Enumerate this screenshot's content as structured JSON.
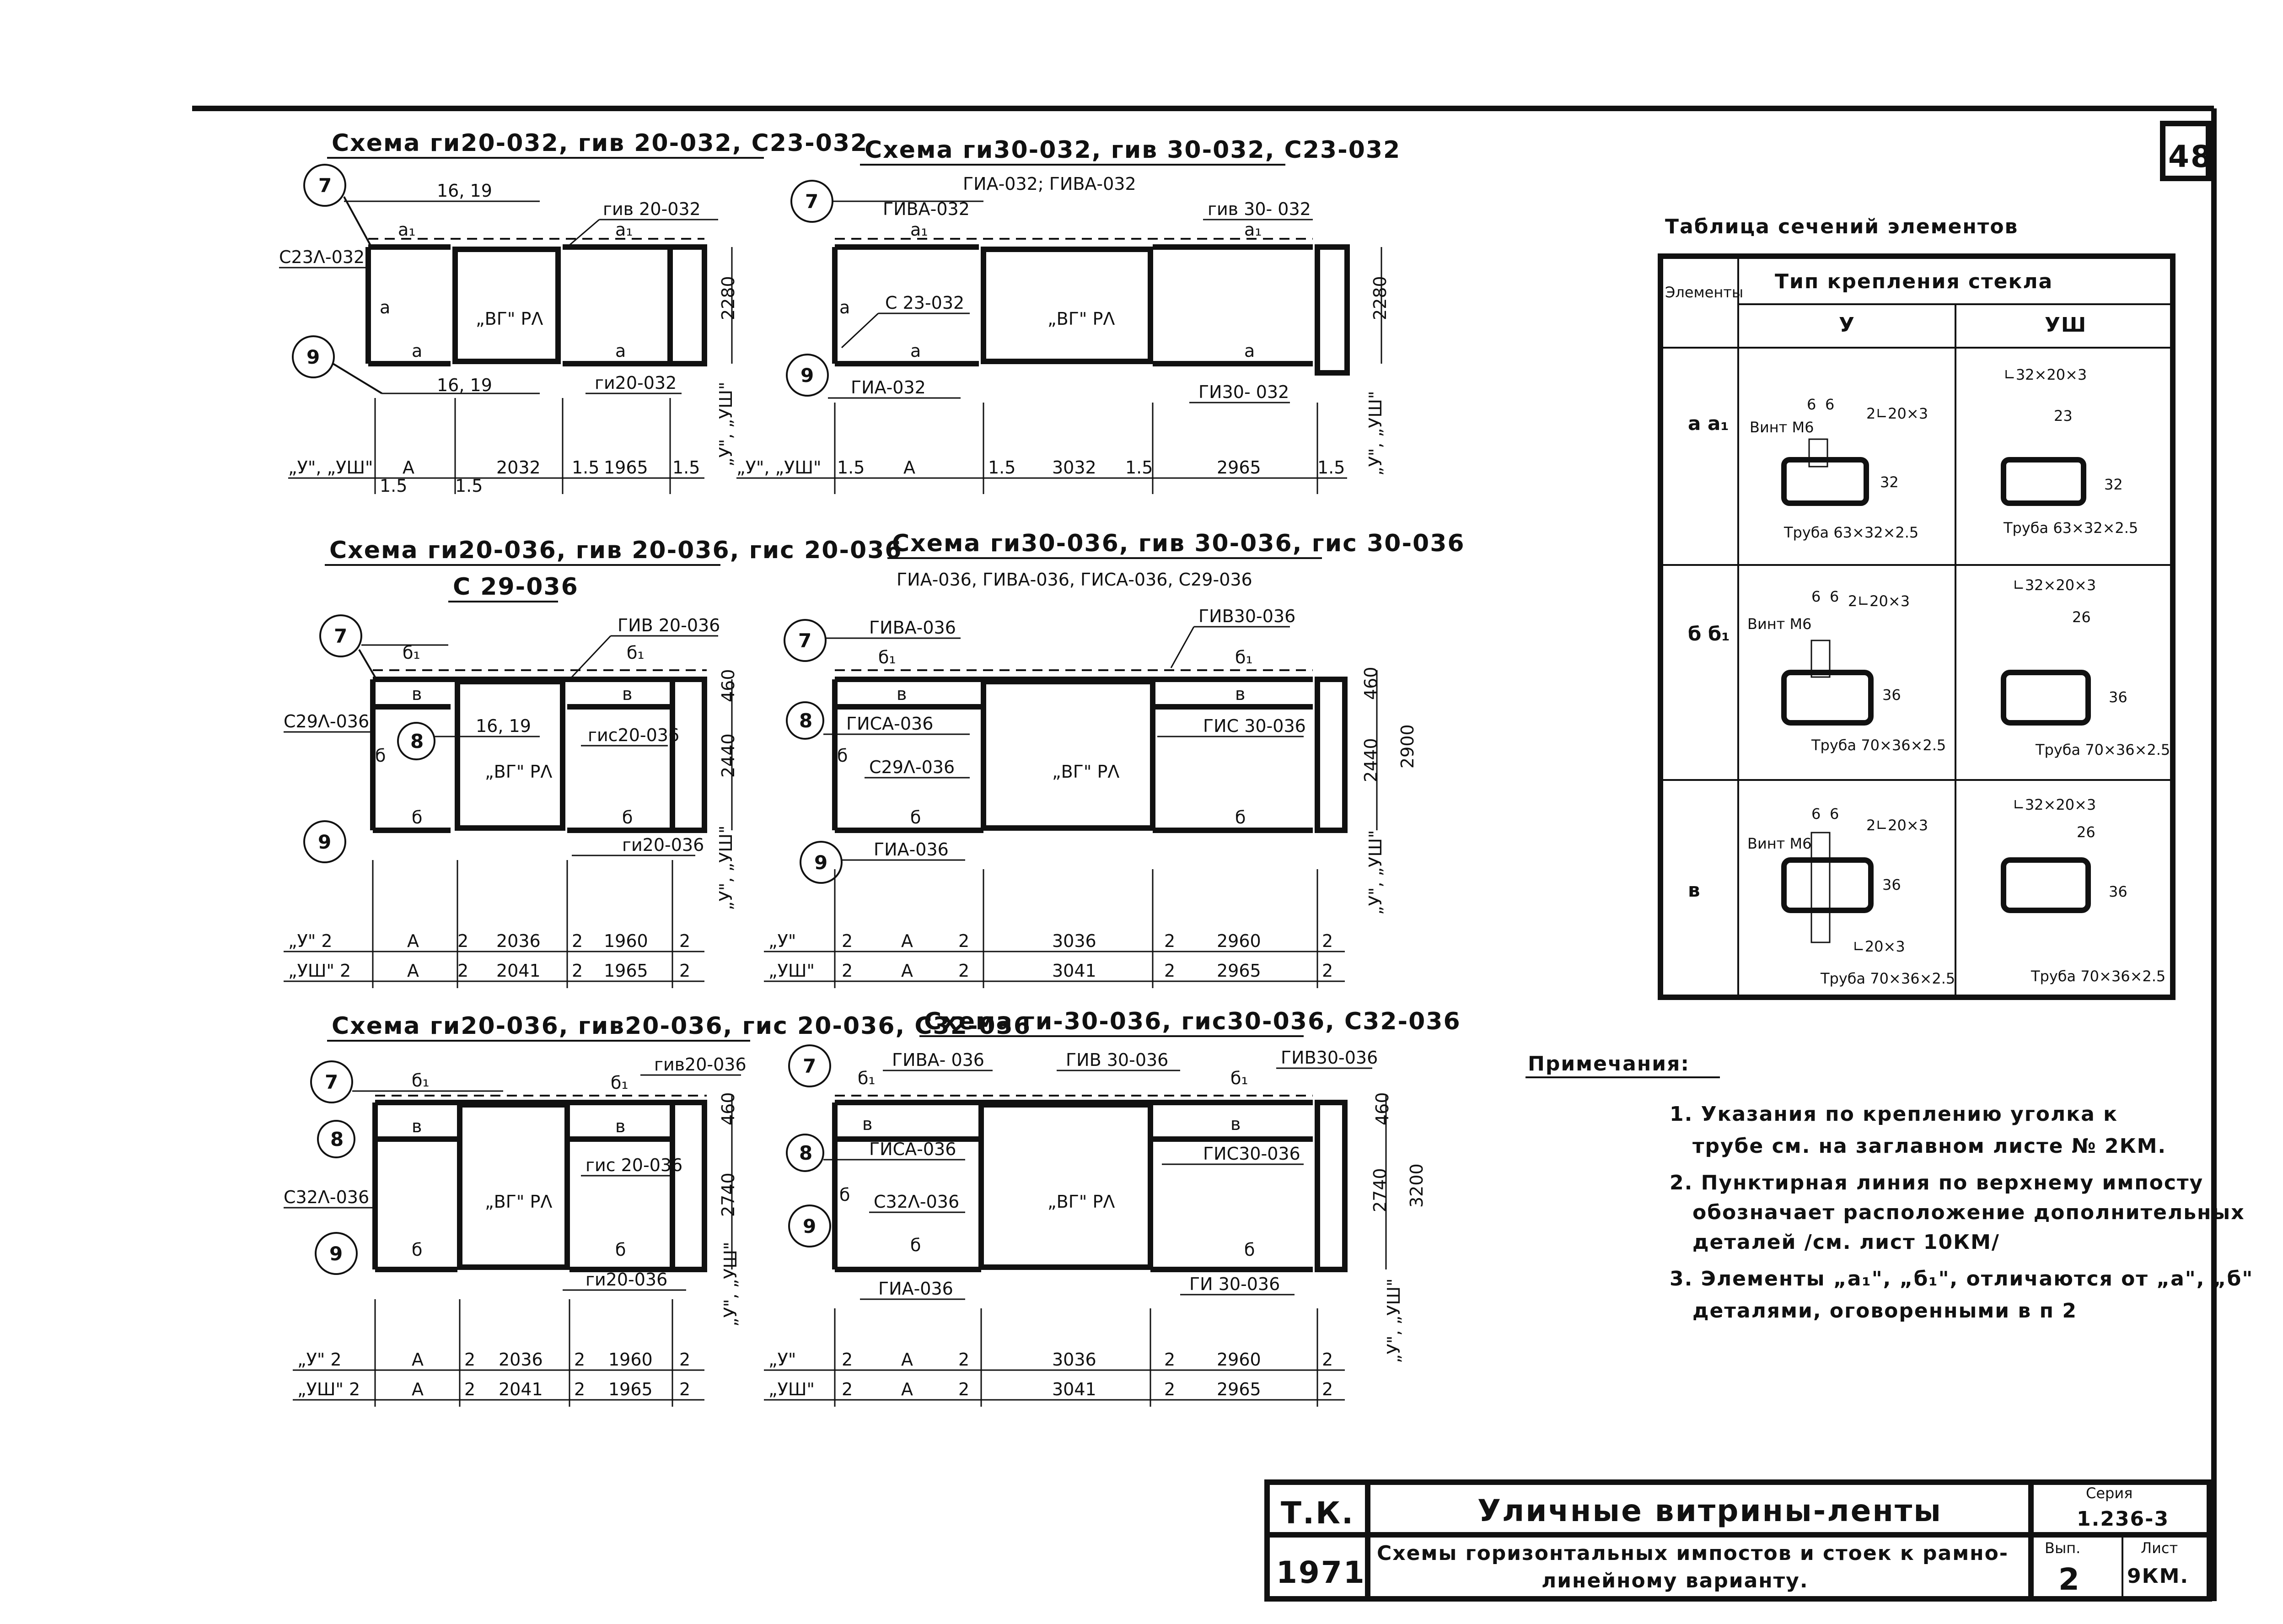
{
  "sheet_number": "48",
  "schemes": [
    {
      "title": "Схема ги20-032, гив 20-032, С23-032",
      "subtitle": "",
      "callout_top": "7",
      "callout_bottom": "9",
      "labels": {
        "top_marks": "16, 19",
        "bottom_marks": "16, 19",
        "top_left": "С23Λ-032",
        "top_right": "гив 20-032",
        "bottom_right": "ги20-032",
        "a": "а",
        "a1": "а₁",
        "center": "„ВГ\" РΛ"
      },
      "height": "2280",
      "side_dim": "„У\", „УШ\"",
      "dims": [
        "„У\", „УШ\"",
        "1.5",
        "А",
        "1.5",
        "2032",
        "1.5",
        "1965",
        "1.5"
      ]
    },
    {
      "title": "Схема ги30-032, гив 30-032, С23-032",
      "subtitle": "ГИА-032; ГИВА-032",
      "callout_top": "7",
      "callout_bottom": "9",
      "labels": {
        "top_left": "ГИВА-032",
        "top_right": "гив 30- 032",
        "mid_left": "С 23-032",
        "bottom_left": "ГИА-032",
        "bottom_right": "ГИ30- 032",
        "a": "а",
        "a1": "а₁",
        "center": "„ВГ\" РΛ"
      },
      "height": "2280",
      "side_dim": "„У\", „УШ\"",
      "dims": [
        "„У\", „УШ\"",
        "1.5",
        "А",
        "1.5",
        "3032",
        "1.5",
        "2965",
        "1.5"
      ]
    },
    {
      "title": "Схема ги20-036, гив 20-036, гис 20-036",
      "subtitle": "С 29-036",
      "callout_top": "7",
      "callout_mid": "8",
      "callout_bottom": "9",
      "labels": {
        "top_marks": "16, 19",
        "top_left": "С29Λ-036",
        "top_right": "ГИВ 20-036",
        "mid_right": "гис20-036",
        "bottom_right": "ги20-036",
        "b": "б",
        "b1": "б₁",
        "v": "в",
        "center": "„ВГ\" РΛ"
      },
      "height": "2440",
      "top_height": "460",
      "side_dim": "„У\", „УШ\"",
      "dims_u": [
        "„У\" 2",
        "А",
        "2",
        "2036",
        "2",
        "1960",
        "2"
      ],
      "dims_ush": [
        "„УШ\" 2",
        "А",
        "2",
        "2041",
        "2",
        "1965",
        "2"
      ]
    },
    {
      "title": "Схема ги30-036, гив 30-036, гис 30-036",
      "subtitle": "ГИА-036, ГИВА-036, ГИСА-036, С29-036",
      "callout_top": "7",
      "callout_mid": "8",
      "callout_bottom": "9",
      "labels": {
        "top_left": "ГИВА-036",
        "top_right": "ГИВ30-036",
        "mid_left": "ГИСА-036",
        "mid_left2": "С29Λ-036",
        "mid_right": "ГИС 30-036",
        "bottom_left": "ГИА-036",
        "b": "б",
        "b1": "б₁",
        "v": "в",
        "center": "„ВГ\" РΛ"
      },
      "height": "2440",
      "top_height": "460",
      "total_height": "2900",
      "side_dim": "„У\", „УШ\"",
      "dims_u": [
        "„У\"",
        "2",
        "А",
        "2",
        "3036",
        "2",
        "2960",
        "2"
      ],
      "dims_ush": [
        "„УШ\"",
        "2",
        "А",
        "2",
        "3041",
        "2",
        "2965",
        "2"
      ]
    },
    {
      "title": "Схема ги20-036, гив20-036, гис 20-036, С32-036",
      "subtitle": "",
      "callout_top": "7",
      "callout_mid": "8",
      "callout_bottom": "9",
      "labels": {
        "top_right": "гив20-036",
        "mid_right": "гис 20-036",
        "top_left": "С32Λ-036",
        "bottom_right": "ги20-036",
        "b": "б",
        "b1": "б₁",
        "v": "в",
        "center": "„ВГ\" РΛ"
      },
      "height": "2740",
      "top_height": "460",
      "side_dim": "„У\", „УШ\"",
      "dims_u": [
        "„У\" 2",
        "А",
        "2",
        "2036",
        "2",
        "1960",
        "2"
      ],
      "dims_ush": [
        "„УШ\" 2",
        "А",
        "2",
        "2041",
        "2",
        "1965",
        "2"
      ]
    },
    {
      "title": "Схема ги-30-036, гис30-036, С32-036",
      "subtitle": "",
      "callout_top": "7",
      "callout_mid": "8",
      "callout_bottom": "9",
      "labels": {
        "top_left": "ГИВА- 036",
        "top_mid": "ГИВ 30-036",
        "top_right": "ГИВ30-036",
        "mid_left": "ГИСА-036",
        "mid_left2": "С32Λ-036",
        "mid_right": "ГИС30-036",
        "bottom_left": "ГИА-036",
        "bottom_right": "ГИ 30-036",
        "b": "б",
        "b1": "б₁",
        "v": "в",
        "center": "„ВГ\" РΛ"
      },
      "height": "2740",
      "top_height": "460",
      "total_height": "3200",
      "side_dim": "„У\", „УШ\"",
      "dims_u": [
        "„У\"",
        "2",
        "А",
        "2",
        "3036",
        "2",
        "2960",
        "2"
      ],
      "dims_ush": [
        "„УШ\"",
        "2",
        "А",
        "2",
        "3041",
        "2",
        "2965",
        "2"
      ]
    }
  ],
  "section_table": {
    "title": "Таблица сечений элементов",
    "header_element": "Элементы",
    "header_type": "Тип крепления стекла",
    "col_u": "У",
    "col_ush": "УШ",
    "rows": [
      {
        "element": "а\nа₁",
        "u": {
          "screw": "Винт М6",
          "sizes": [
            "6",
            "6"
          ],
          "angle": "2∟20×3",
          "h": "32",
          "pipe": "Труба 63×32×2.5"
        },
        "ush": {
          "angle": "∟32×20×3",
          "w": "23",
          "h": "32",
          "pipe": "Труба 63×32×2.5"
        }
      },
      {
        "element": "б\nб₁",
        "u": {
          "screw": "Винт М6",
          "sizes": [
            "6",
            "6"
          ],
          "angle": "2∟20×3",
          "h": "36",
          "pipe": "Труба 70×36×2.5"
        },
        "ush": {
          "angle": "∟32×20×3",
          "w": "26",
          "h": "36",
          "pipe": "Труба 70×36×2.5"
        }
      },
      {
        "element": "в",
        "u": {
          "screw": "Винт М6",
          "sizes": [
            "6",
            "6"
          ],
          "angle": "2∟20×3",
          "angle2": "∟20×3",
          "h": "36",
          "pipe": "Труба 70×36×2.5"
        },
        "ush": {
          "angle": "∟32×20×3",
          "w": "26",
          "h": "36",
          "pipe": "Труба 70×36×2.5"
        }
      }
    ]
  },
  "notes": {
    "title": "Примечания:",
    "items": [
      "1. Указания по креплению уголка к",
      "трубе см. на заглавном листе № 2КМ.",
      "2. Пунктирная линия по верхнему импосту",
      "обозначает расположение дополнительных",
      "деталей /см. лист 10КМ/",
      "3. Элементы „а₁\", „б₁\", отличаются от „а\", „б\"",
      "деталями, оговоренными в п 2"
    ]
  },
  "title_block": {
    "org": "Т.К.",
    "year": "1971",
    "title": "Уличные витрины-ленты",
    "subtitle_line1": "Схемы горизонтальных импостов и стоек к рамно-",
    "subtitle_line2": "линейному варианту.",
    "series_label": "Серия",
    "series": "1.236-3",
    "issue_label": "Вып.",
    "issue": "2",
    "sheet_label": "Лист",
    "sheet": "9КМ."
  }
}
